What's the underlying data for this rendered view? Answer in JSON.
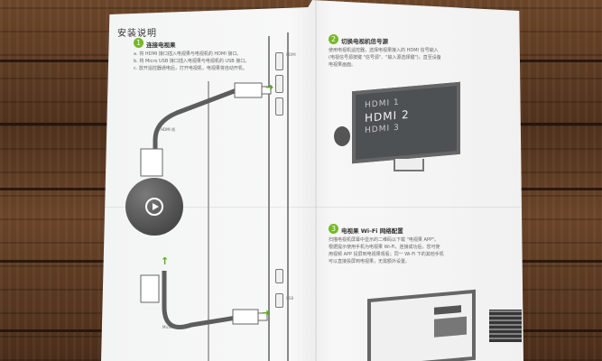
{
  "manual": {
    "title": "安装说明",
    "steps": [
      {
        "number": "1",
        "title": "连接电视果",
        "lines": [
          "a. 将 HDMI 接口插入电视果与电视机的 HDMI 接口。",
          "b. 将 Micro USB 接口插入电视果与电视机的 USB 接口。",
          "c. 放开遥控器通电后，打开电视机，电视果将自动开机。"
        ]
      },
      {
        "number": "2",
        "title": "切换电视机信号源",
        "lines": [
          "使用电视机遥控器，选择电视果接入的 HDMI 信号输入",
          "(电视信号源按键 \"信号源\"、\"输入源选择键\")，直至设备",
          "电视果画面。"
        ]
      },
      {
        "number": "3",
        "title": "电视果 Wi-Fi 网络配置",
        "lines": [
          "扫描电视机屏幕中显示的二维码以下载 \"电视果 APP\"。",
          "根据提示使用手机为电视果 Wi-Fi，连接成功后，您可使",
          "用视频 APP 投屏到电视果观看；同一 Wi-Fi 下的其他手机",
          "可以直接投屏到电视果，无需额外设置。"
        ]
      }
    ]
  },
  "screen_inputs": [
    "HDMI 1",
    "HDMI 2",
    "HDMI 3"
  ],
  "cable_labels": {
    "hdmi": "HDMI 线",
    "micro_usb": "Micro USB 线"
  },
  "port_labels": {
    "hdmi": "HDMI",
    "usb": "USB"
  }
}
